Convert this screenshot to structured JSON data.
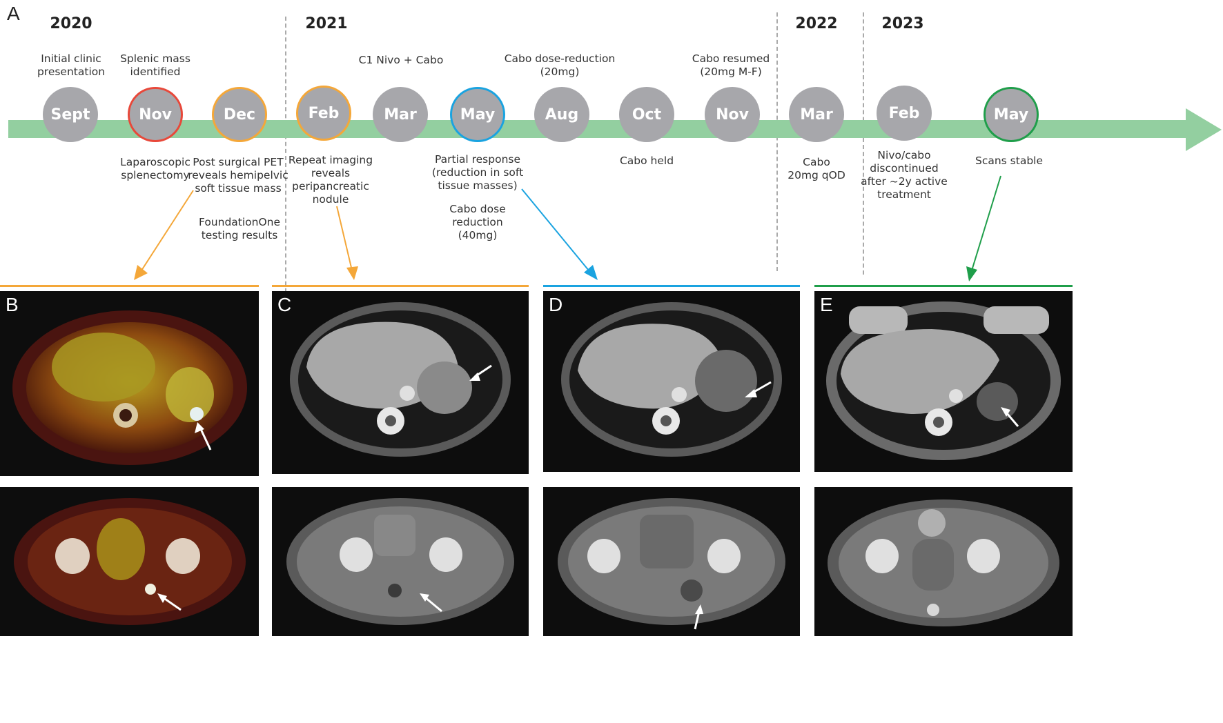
{
  "panel_a_label": "A",
  "years": [
    "2020",
    "2021",
    "2022",
    "2023"
  ],
  "timeline_nodes": [
    "Sept",
    "Nov",
    "Dec",
    "Feb",
    "Mar",
    "May",
    "Aug",
    "Oct",
    "Nov",
    "Mar",
    "Feb",
    "May"
  ],
  "top_notes": {
    "initial": "Initial clinic\npresentation",
    "splenic": "Splenic mass\nidentified",
    "c1": "C1 Nivo + Cabo",
    "dose_reduction": "Cabo dose-reduction\n(20mg)",
    "resumed": "Cabo resumed\n(20mg M-F)"
  },
  "bottom_notes": {
    "laparoscopic": "Laparoscopic\nsplenectomy",
    "pet": "Post surgical PET\nreveals hemipelvic\nsoft tissue mass",
    "foundation": "FoundationOne\ntesting results",
    "repeat": "Repeat imaging\nreveals\nperipancreatic\nnodule",
    "partial": "Partial response\n(reduction in soft\ntissue masses)",
    "cabo_dose": "Cabo dose\nreduction\n(40mg)",
    "held": "Cabo held",
    "qod": "Cabo\n20mg qOD",
    "discontinued": "Nivo/cabo\ndiscontinued\nafter ~2y active\ntreatment",
    "stable": "Scans stable"
  },
  "image_panels": [
    "B",
    "C",
    "D",
    "E"
  ],
  "colors": {
    "timeline": "#93cfa0",
    "node": "#a7a7ab",
    "red": "#e8483a",
    "orange": "#f4a739",
    "blue": "#1aa3e0",
    "green": "#1f9e4a"
  }
}
